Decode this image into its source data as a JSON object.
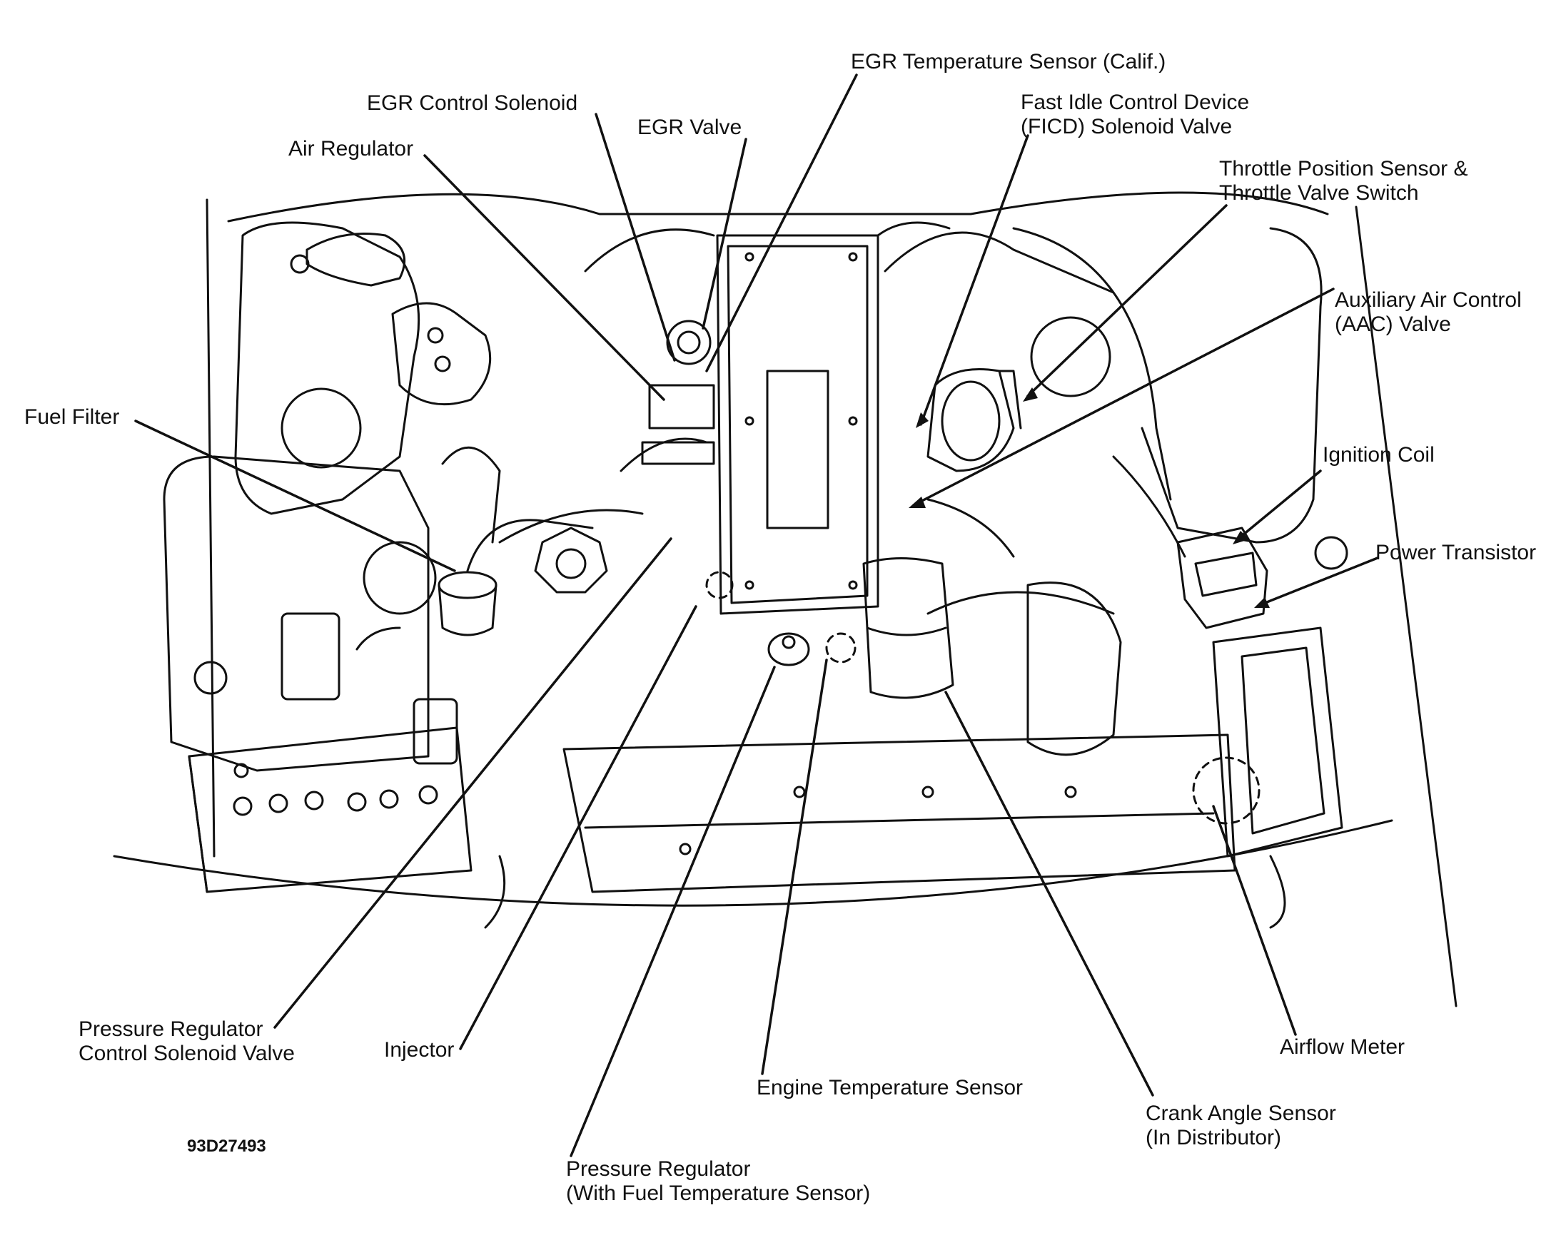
{
  "figure_code": "93D27493",
  "colors": {
    "ink": "#111111",
    "background": "#ffffff"
  },
  "labels": {
    "egr_temp_sensor": [
      "EGR Temperature Sensor (Calif.)"
    ],
    "egr_control_solenoid": [
      "EGR Control Solenoid"
    ],
    "egr_valve": [
      "EGR Valve"
    ],
    "air_regulator": [
      "Air Regulator"
    ],
    "ficd": [
      "Fast Idle Control Device",
      "(FICD) Solenoid Valve"
    ],
    "throttle_position": [
      "Throttle Position Sensor &",
      "Throttle Valve Switch"
    ],
    "aac_valve": [
      "Auxiliary Air Control",
      "(AAC) Valve"
    ],
    "fuel_filter": [
      "Fuel Filter"
    ],
    "ignition_coil": [
      "Ignition Coil"
    ],
    "power_transistor": [
      "Power Transistor"
    ],
    "pressure_reg_solenoid": [
      "Pressure Regulator",
      "Control Solenoid Valve"
    ],
    "injector": [
      "Injector"
    ],
    "airflow_meter": [
      "Airflow Meter"
    ],
    "engine_temp_sensor": [
      "Engine Temperature Sensor"
    ],
    "crank_angle_sensor": [
      "Crank Angle Sensor",
      "(In Distributor)"
    ],
    "pressure_regulator": [
      "Pressure Regulator",
      "(With Fuel Temperature Sensor)"
    ]
  }
}
